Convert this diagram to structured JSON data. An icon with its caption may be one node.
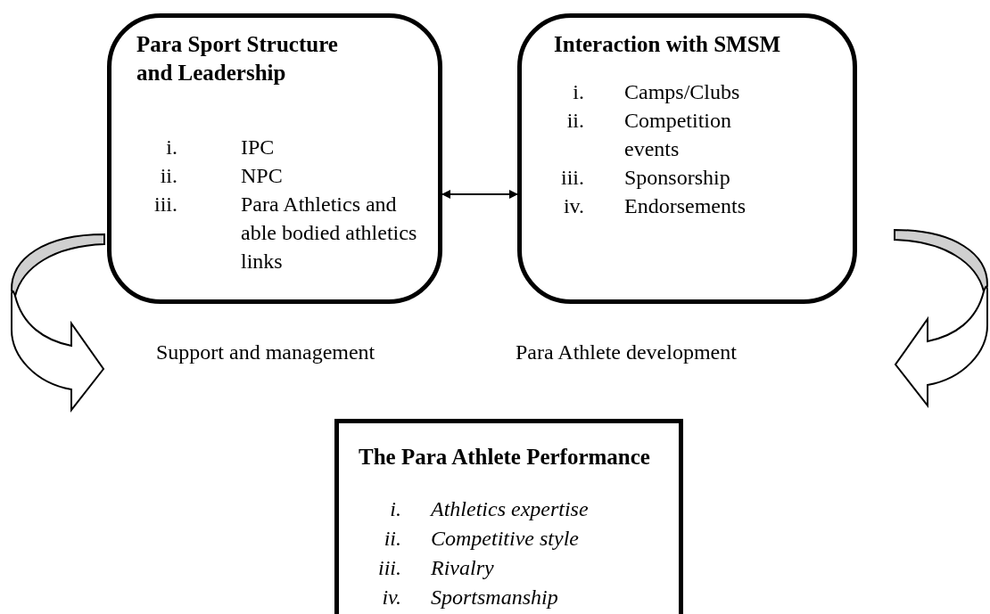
{
  "diagram": {
    "nodes": [
      {
        "text": [
          "Para Sport Structure and Leadership",
          "i.",
          "IPC",
          "ii.",
          "NPC",
          "iii.",
          "Para Athletics and able bodied athletics links"
        ],
        "beside": [
          "Support and management"
        ]
      },
      {
        "text": [
          "Interaction with SMSM",
          "i.",
          "Camps/Clubs",
          "ii.",
          "Competition events",
          "iii.",
          "Sponsorship",
          "iv.",
          "Endorsements"
        ],
        "beside": [
          "Para Athlete development"
        ]
      },
      {
        "text": [
          "The Para Athlete Performance",
          "i.",
          "Athletics expertise",
          "ii.",
          "Competitive style",
          "iii.",
          "Rivalry",
          "iv.",
          "Sportsmanship"
        ]
      }
    ],
    "edges": [
      {
        "from": 0,
        "to": 1,
        "arrow": "both"
      }
    ]
  }
}
